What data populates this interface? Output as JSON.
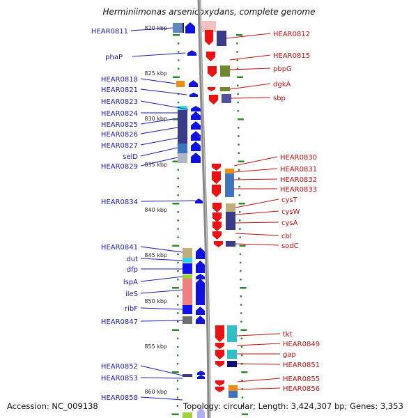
{
  "title": "Herminiimonas arsenicoxydans, complete genome",
  "footer": {
    "accession": "Accession: NC_009138",
    "topology": "Topology: circular; Length: 3,424,307 bp; Genes: 3,353"
  },
  "colors": {
    "left_labels": "#1a1aaa",
    "right_labels": "#bb1111",
    "ticks": "#2a8a2a",
    "backbone": "#808080",
    "forward_arrow": "#1010e0",
    "reverse_arrow": "#ee1111"
  },
  "kbp_labels": [
    "820 kbp",
    "825 kbp",
    "830 kbp",
    "835 kbp",
    "840 kbp",
    "845 kbp",
    "850 kbp",
    "855 kbp",
    "860 kbp"
  ],
  "left_genes": [
    "HEAR0811",
    "phaP",
    "HEAR0818",
    "HEAR0821",
    "HEAR0823",
    "HEAR0824",
    "HEAR0825",
    "HEAR0826",
    "HEAR0827",
    "selD",
    "HEAR0829",
    "HEAR0834",
    "HEAR0841",
    "dut",
    "dfp",
    "lspA",
    "ileS",
    "ribF",
    "HEAR0847",
    "HEAR0852",
    "HEAR0853",
    "HEAR0858"
  ],
  "right_genes": [
    "HEAR0812",
    "HEAR0815",
    "pbpG",
    "dgkA",
    "sbp",
    "HEAR0830",
    "HEAR0831",
    "HEAR0832",
    "HEAR0833",
    "cysT",
    "cysW",
    "cysA",
    "cbl",
    "sodC",
    "tkt",
    "HEAR0849",
    "gap",
    "HEAR0851",
    "HEAR0855",
    "HEAR0856"
  ]
}
